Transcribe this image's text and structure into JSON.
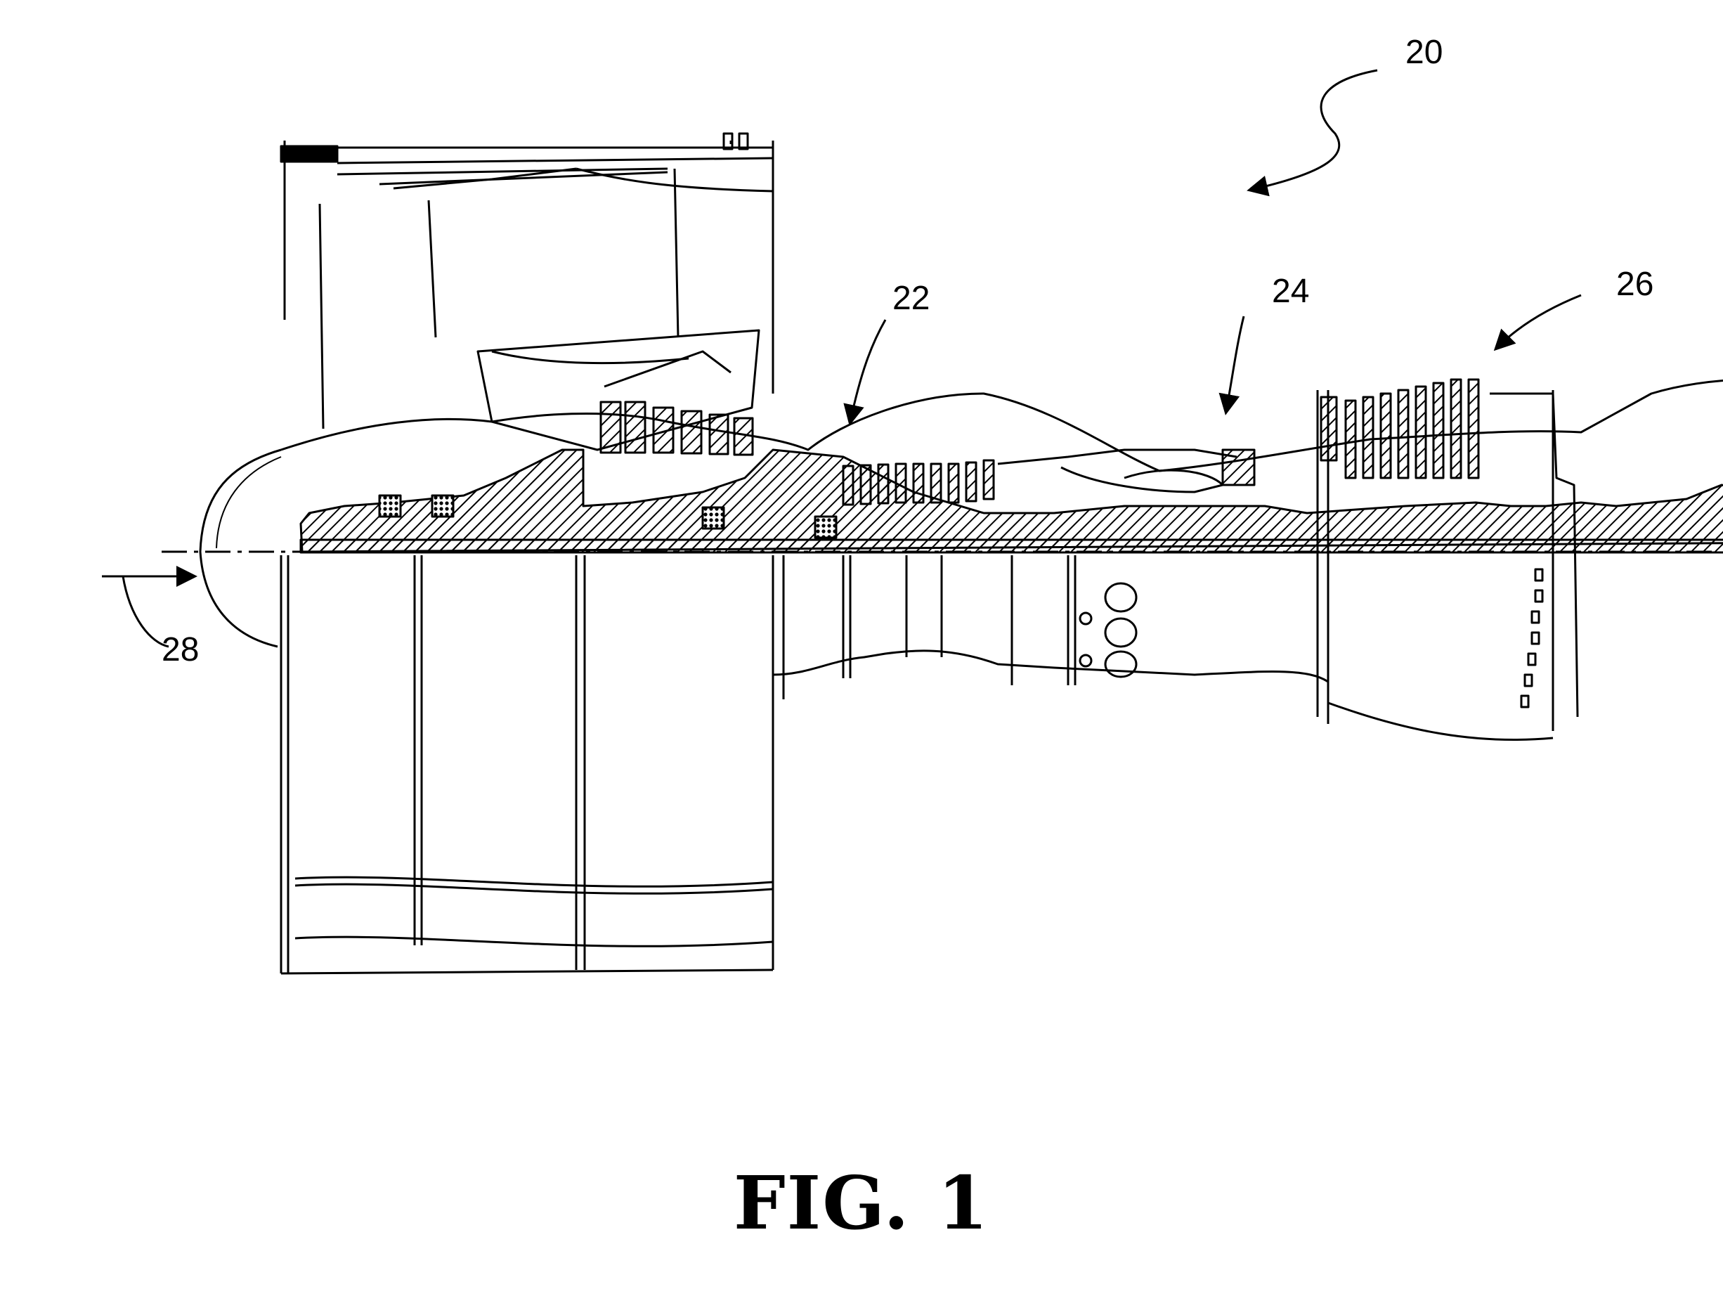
{
  "figure": {
    "caption": "FIG. 1",
    "labels": {
      "engine": "20",
      "compressor": "22",
      "combustor": "24",
      "turbine": "26",
      "inlet_flow": "28"
    }
  }
}
